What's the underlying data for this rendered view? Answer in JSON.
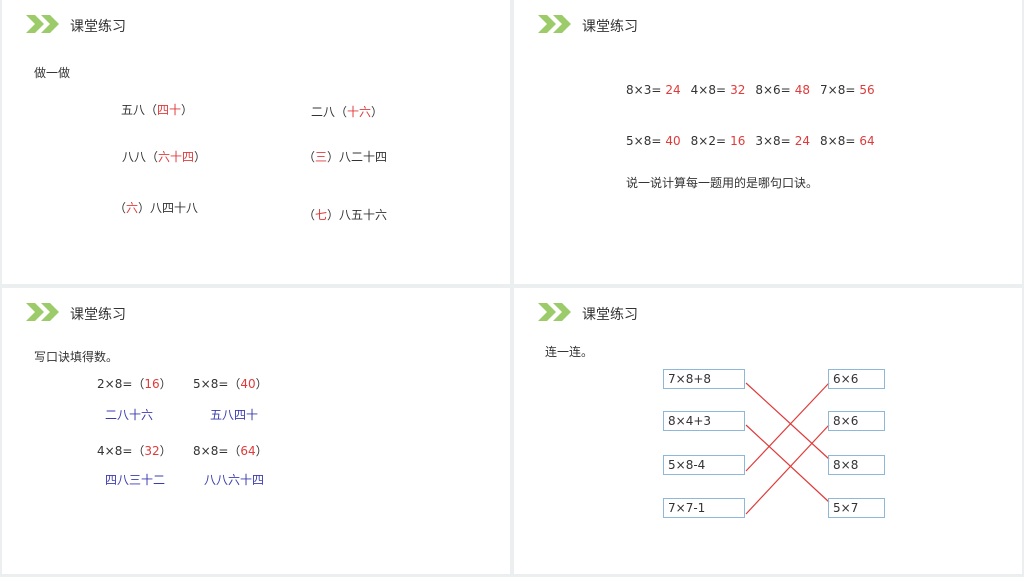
{
  "section_title": "课堂练习",
  "colors": {
    "chevron": "#9ccc6a",
    "answer": "#e03a3a",
    "rhyme": "#3b3bb0",
    "line": "#e03a3a"
  },
  "p1": {
    "heading": "做一做",
    "items": [
      {
        "pre": "五八（",
        "ans": "四十",
        "post": "）"
      },
      {
        "pre": "二八（",
        "ans": "十六",
        "post": "）"
      },
      {
        "pre": "八八（",
        "ans": "六十四",
        "post": "）"
      },
      {
        "pre": "（",
        "ans": "三",
        "post": "）八二十四"
      },
      {
        "pre": "（",
        "ans": "六",
        "post": "）八四十八"
      },
      {
        "pre": "（",
        "ans": "七",
        "post": "）八五十六"
      }
    ]
  },
  "p2": {
    "rows": [
      [
        {
          "q": "8×3=",
          "a": "24"
        },
        {
          "q": "4×8=",
          "a": "32"
        },
        {
          "q": "8×6=",
          "a": "48"
        },
        {
          "q": "7×8=",
          "a": "56"
        }
      ],
      [
        {
          "q": "5×8=",
          "a": "40"
        },
        {
          "q": "8×2=",
          "a": "16"
        },
        {
          "q": "3×8=",
          "a": "24"
        },
        {
          "q": "8×8=",
          "a": "64"
        }
      ]
    ],
    "note": "说一说计算每一题用的是哪句口诀。"
  },
  "p3": {
    "heading": "写口诀填得数。",
    "items": [
      {
        "q": "2×8=（",
        "a": "16",
        "post": "）",
        "rhyme": "二八十六"
      },
      {
        "q": "5×8=（",
        "a": "40",
        "post": "）",
        "rhyme": "五八四十"
      },
      {
        "q": "4×8=（",
        "a": "32",
        "post": "）",
        "rhyme": "四八三十二"
      },
      {
        "q": "8×8=（",
        "a": "64",
        "post": "）",
        "rhyme": "八八六十四"
      }
    ]
  },
  "p4": {
    "heading": "连一连。",
    "left": [
      "7×8+8",
      "8×4+3",
      "5×8-4",
      "7×7-1"
    ],
    "right": [
      "6×6",
      "8×6",
      "8×8",
      "5×7"
    ],
    "matches": [
      [
        0,
        2
      ],
      [
        1,
        3
      ],
      [
        2,
        0
      ],
      [
        3,
        1
      ]
    ]
  }
}
